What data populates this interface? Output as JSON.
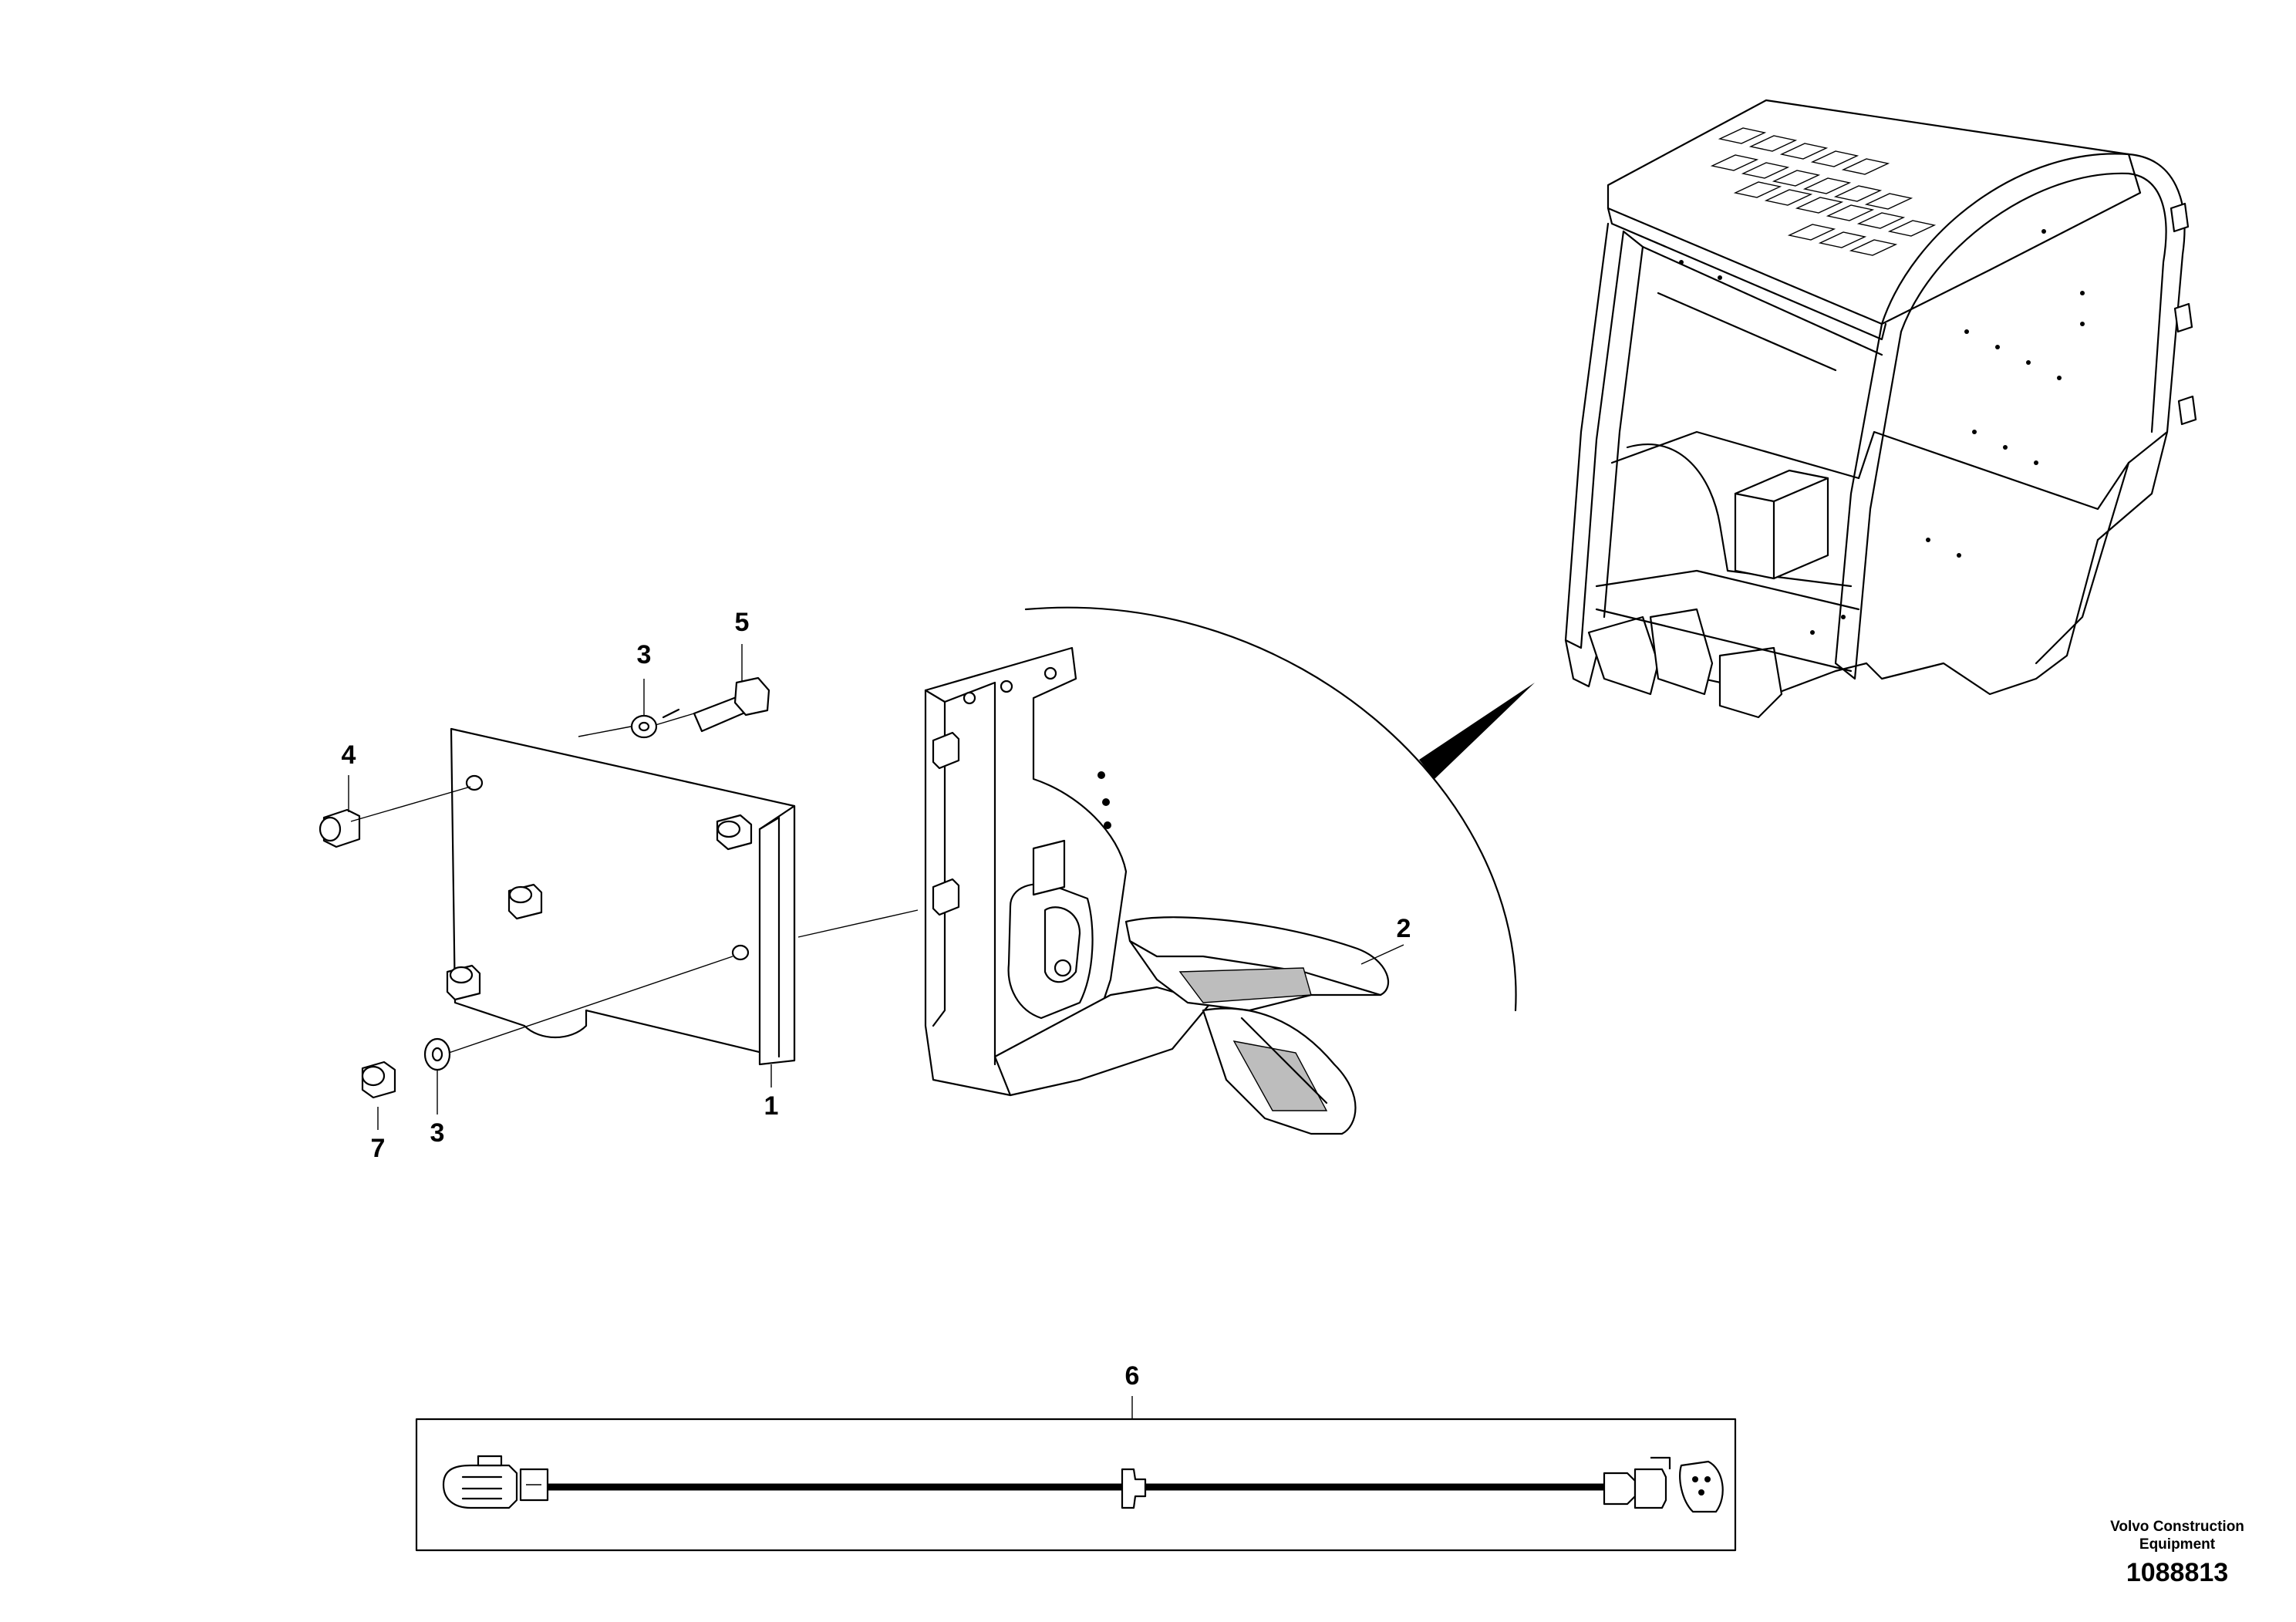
{
  "callouts": [
    {
      "id": "1",
      "label": "1"
    },
    {
      "id": "2",
      "label": "2"
    },
    {
      "id": "3a",
      "label": "3"
    },
    {
      "id": "3b",
      "label": "3"
    },
    {
      "id": "4",
      "label": "4"
    },
    {
      "id": "5",
      "label": "5"
    },
    {
      "id": "6",
      "label": "6"
    },
    {
      "id": "7",
      "label": "7"
    }
  ],
  "brand": {
    "line1": "Volvo Construction",
    "line2": "Equipment",
    "drawing_number": "1088813"
  }
}
